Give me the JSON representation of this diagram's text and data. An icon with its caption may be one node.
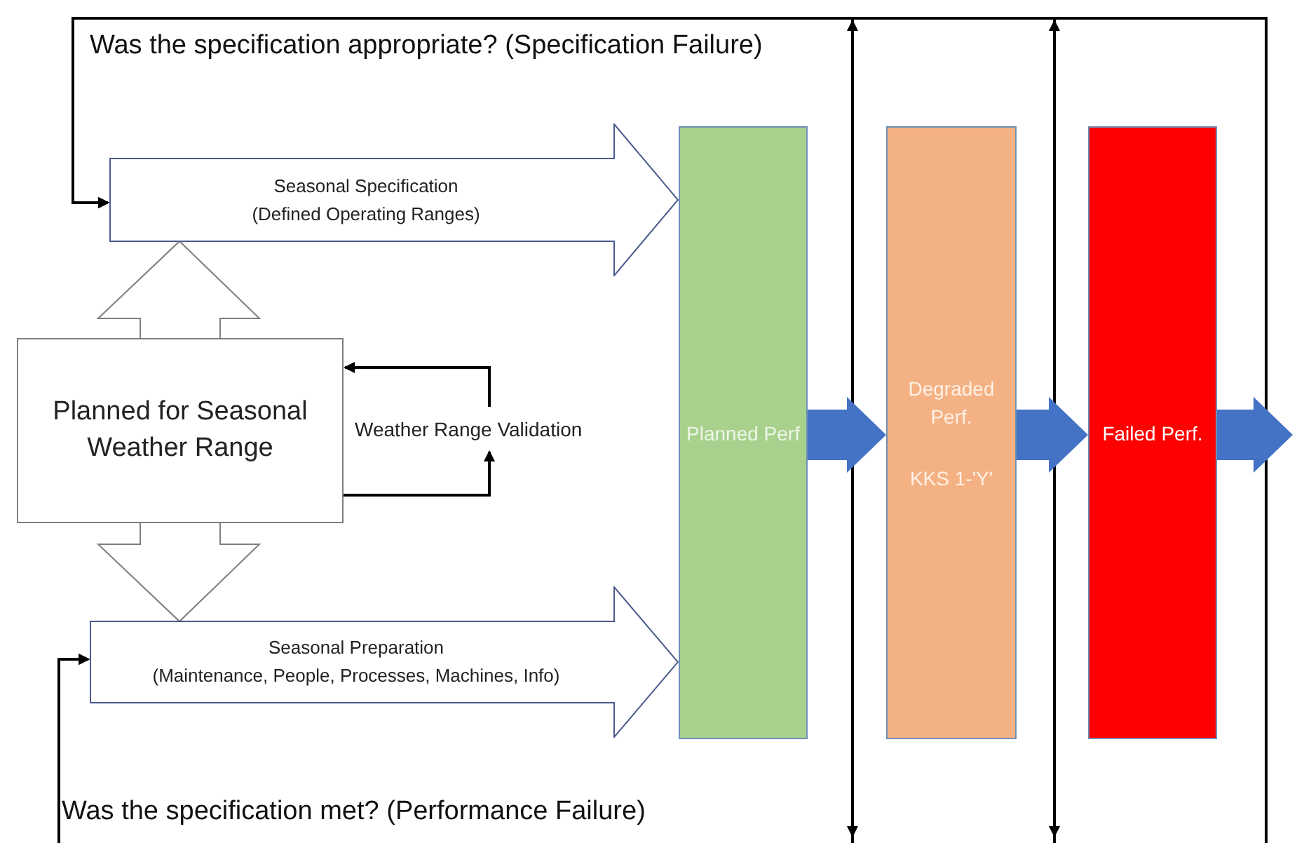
{
  "diagram": {
    "nodes": [
      {
        "text": [
          "Planned for Seasonal Weather Range"
        ]
      },
      {
        "text": [
          "Seasonal Specification",
          "(Defined Operating Ranges)"
        ]
      },
      {
        "text": [
          "Seasonal Preparation",
          "(Maintenance, People, Processes, Machines, Info)"
        ]
      },
      {
        "text": [
          "Planned Perf"
        ]
      },
      {
        "text": [
          "Degraded Perf.",
          "KKS 1-'Y'"
        ]
      },
      {
        "text": [
          "Failed Perf."
        ]
      },
      {
        "text": [
          "Weather Range Validation"
        ]
      }
    ],
    "edges": [
      {
        "from": 0,
        "to": 1,
        "arrow": "to"
      },
      {
        "from": 0,
        "to": 2,
        "arrow": "to"
      },
      {
        "from": 0,
        "to": 6,
        "arrow": "to"
      },
      {
        "from": 6,
        "to": 0,
        "arrow": "to"
      },
      {
        "from": 3,
        "to": 4,
        "arrow": "to",
        "style": "thick",
        "color": "#4472c4"
      },
      {
        "from": 4,
        "to": 5,
        "arrow": "to",
        "style": "thick",
        "color": "#4472c4"
      },
      {
        "from": 5,
        "to": null,
        "arrow": "to",
        "style": "thick",
        "color": "#4472c4"
      },
      {
        "from": null,
        "to": 1,
        "arrow": "to",
        "label": "Was the specification appropriate? (Specification Failure)"
      },
      {
        "from": null,
        "to": 1,
        "arrow": "to"
      },
      {
        "from": null,
        "to": 1,
        "arrow": "to"
      },
      {
        "from": null,
        "to": 2,
        "arrow": "to",
        "label": "Was the specification met? (Performance Failure)"
      },
      {
        "from": null,
        "to": 2,
        "arrow": "to"
      },
      {
        "from": null,
        "to": 2,
        "arrow": "to"
      }
    ]
  }
}
